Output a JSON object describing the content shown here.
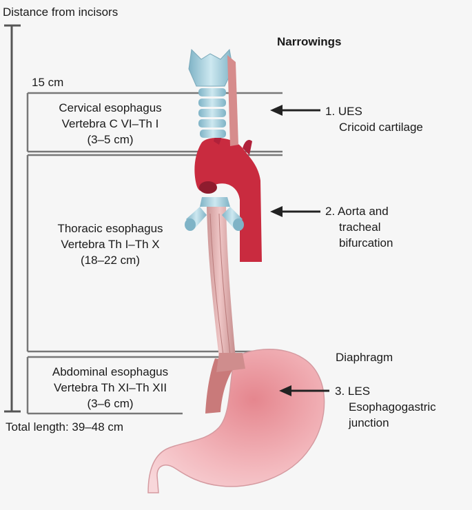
{
  "header": {
    "distance_label": "Distance from incisors",
    "narrowings_title": "Narrowings"
  },
  "scale": {
    "start_label": "15 cm",
    "total_length_label": "Total length: 39–48 cm"
  },
  "sections": [
    {
      "name": "Cervical esophagus",
      "vertebrae": "Vertebra C VI–Th I",
      "length": "(3–5 cm)"
    },
    {
      "name": "Thoracic esophagus",
      "vertebrae": "Vertebra Th I–Th X",
      "length": "(18–22 cm)"
    },
    {
      "name": "Abdominal esophagus",
      "vertebrae": "Vertebra Th XI–Th XII",
      "length": "(3–6 cm)"
    }
  ],
  "narrowings": [
    {
      "line1": "1. UES",
      "line2": "Cricoid cartilage"
    },
    {
      "line1": "2. Aorta and",
      "line2": "tracheal",
      "line3": "bifurcation"
    },
    {
      "line1": "3. LES",
      "line2": "Esophagogastric",
      "line3": "junction"
    }
  ],
  "diaphragm_label": "Diaphragm",
  "colors": {
    "aorta": "#c92b3f",
    "cartilage": "#a9d3e0",
    "esophagus": "#d9a3a3",
    "stomach": "#f2b8bc",
    "lines": "#555555"
  }
}
